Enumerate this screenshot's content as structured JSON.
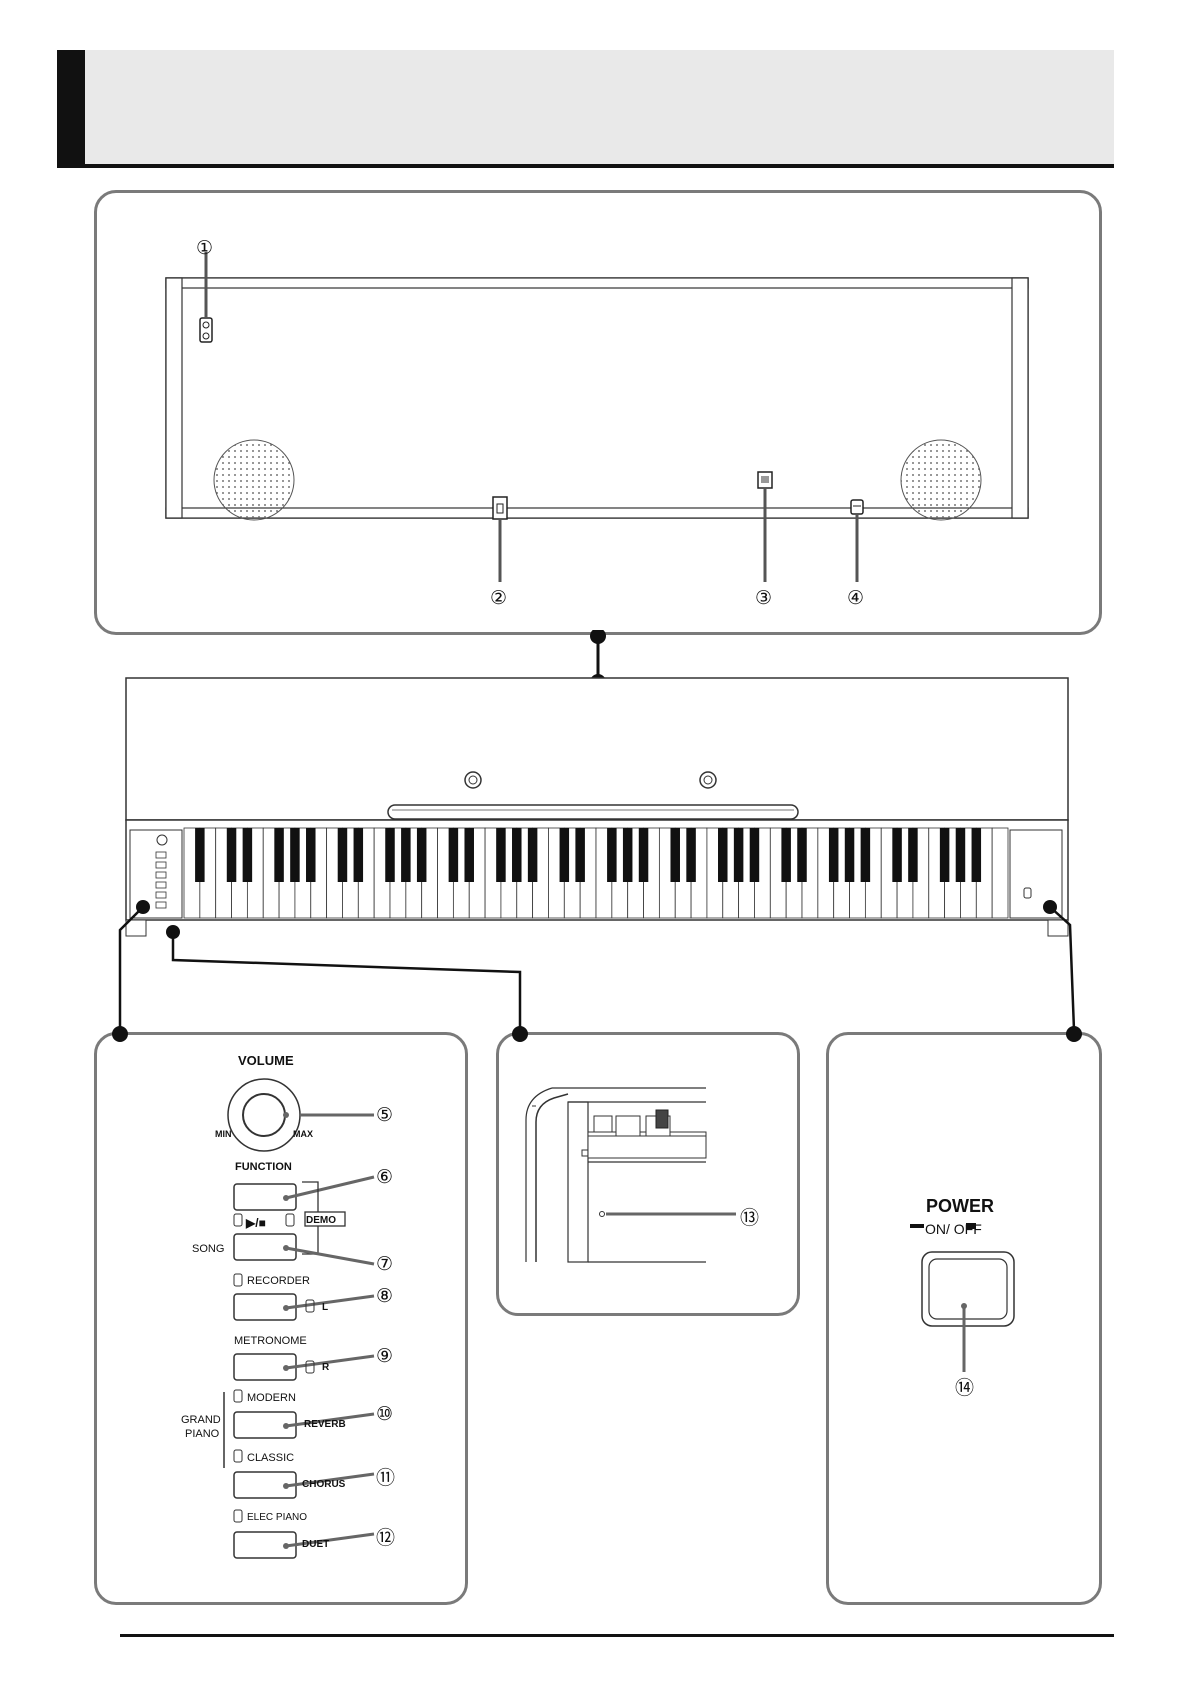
{
  "callouts": [
    "①",
    "②",
    "③",
    "④",
    "⑤",
    "⑥",
    "⑦",
    "⑧",
    "⑨",
    "⑩",
    "⑪",
    "⑫",
    "⑬",
    "⑭"
  ],
  "controls": {
    "volume": "VOLUME",
    "min": "MIN",
    "max": "MAX",
    "function": "FUNCTION",
    "demo": "DEMO",
    "play_stop": "▶/■",
    "song": "SONG",
    "recorder": "RECORDER",
    "l": "L",
    "metronome": "METRONOME",
    "r": "R",
    "grand": "GRAND",
    "piano": "PIANO",
    "modern": "MODERN",
    "reverb": "REVERB",
    "classic": "CLASSIC",
    "chorus": "CHORUS",
    "elec_piano": "ELEC PIANO",
    "duet": "DUET"
  },
  "power": {
    "title": "POWER",
    "on_off": "ON/ OFF"
  }
}
